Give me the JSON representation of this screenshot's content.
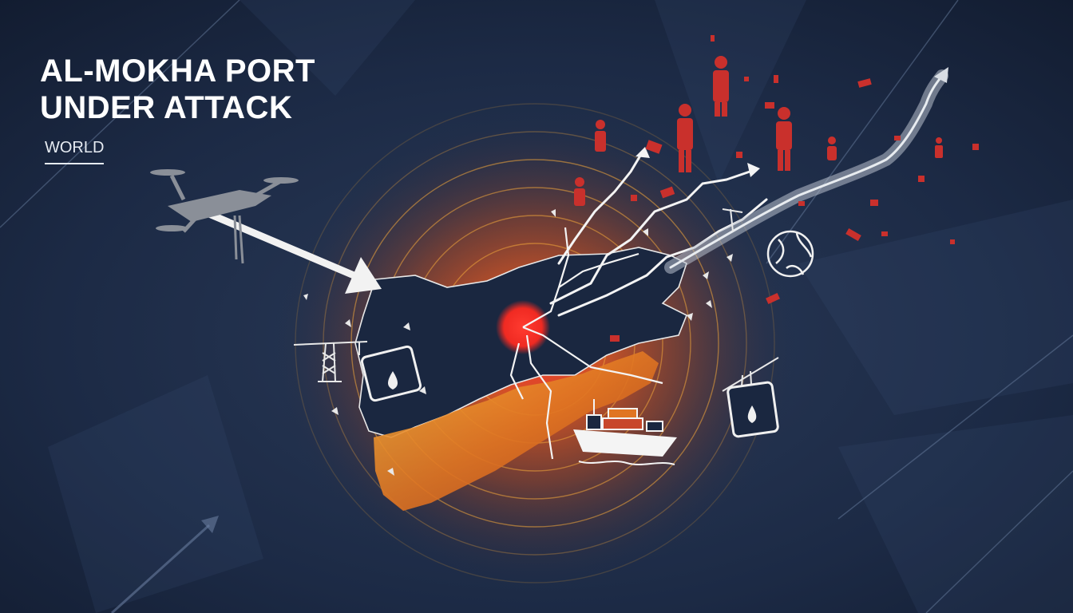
{
  "headline": {
    "line1": "AL-MOKHA PORT",
    "line2": "UNDER ATTACK"
  },
  "category": "WORLD",
  "colors": {
    "background": "#1b2942",
    "impact_red": "#ff2b2b",
    "heat_orange": "#f08a24",
    "glow_yellow": "#f5b830",
    "figure_red": "#c9302c",
    "line_white": "#f4f4f4"
  },
  "icons": [
    "drone-icon",
    "crane-icon",
    "oil-barrel-icon",
    "cargo-ship-icon",
    "globe-icon",
    "person-icon",
    "trend-arrow-icon"
  ]
}
